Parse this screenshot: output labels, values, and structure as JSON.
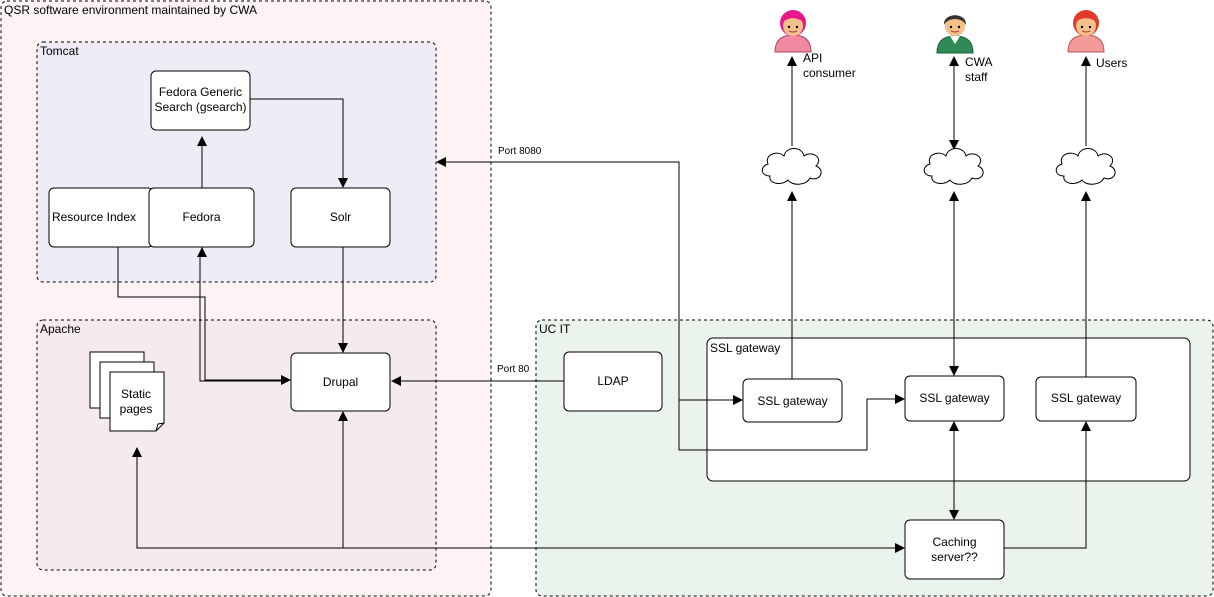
{
  "containers": {
    "qsr": "QSR software environment maintained by CWA",
    "tomcat": "Tomcat",
    "apache": "Apache",
    "ucit": "UC IT",
    "ssl_group": "SSL gateway"
  },
  "nodes": {
    "gsearch": [
      "Fedora Generic",
      "Search (gsearch)"
    ],
    "resource_index": "Resource Index",
    "fedora": "Fedora",
    "solr": "Solr",
    "drupal": "Drupal",
    "static_pages": [
      "Static",
      "pages"
    ],
    "ldap": "LDAP",
    "ssl1": "SSL gateway",
    "ssl2": "SSL gateway",
    "ssl3": "SSL gateway",
    "caching": [
      "Caching",
      "server??"
    ]
  },
  "actors": {
    "api": [
      "API",
      "consumer"
    ],
    "cwa": [
      "CWA",
      "staff"
    ],
    "users": "Users"
  },
  "edge_labels": {
    "port8080": "Port 8080",
    "port80": "Port 80"
  }
}
